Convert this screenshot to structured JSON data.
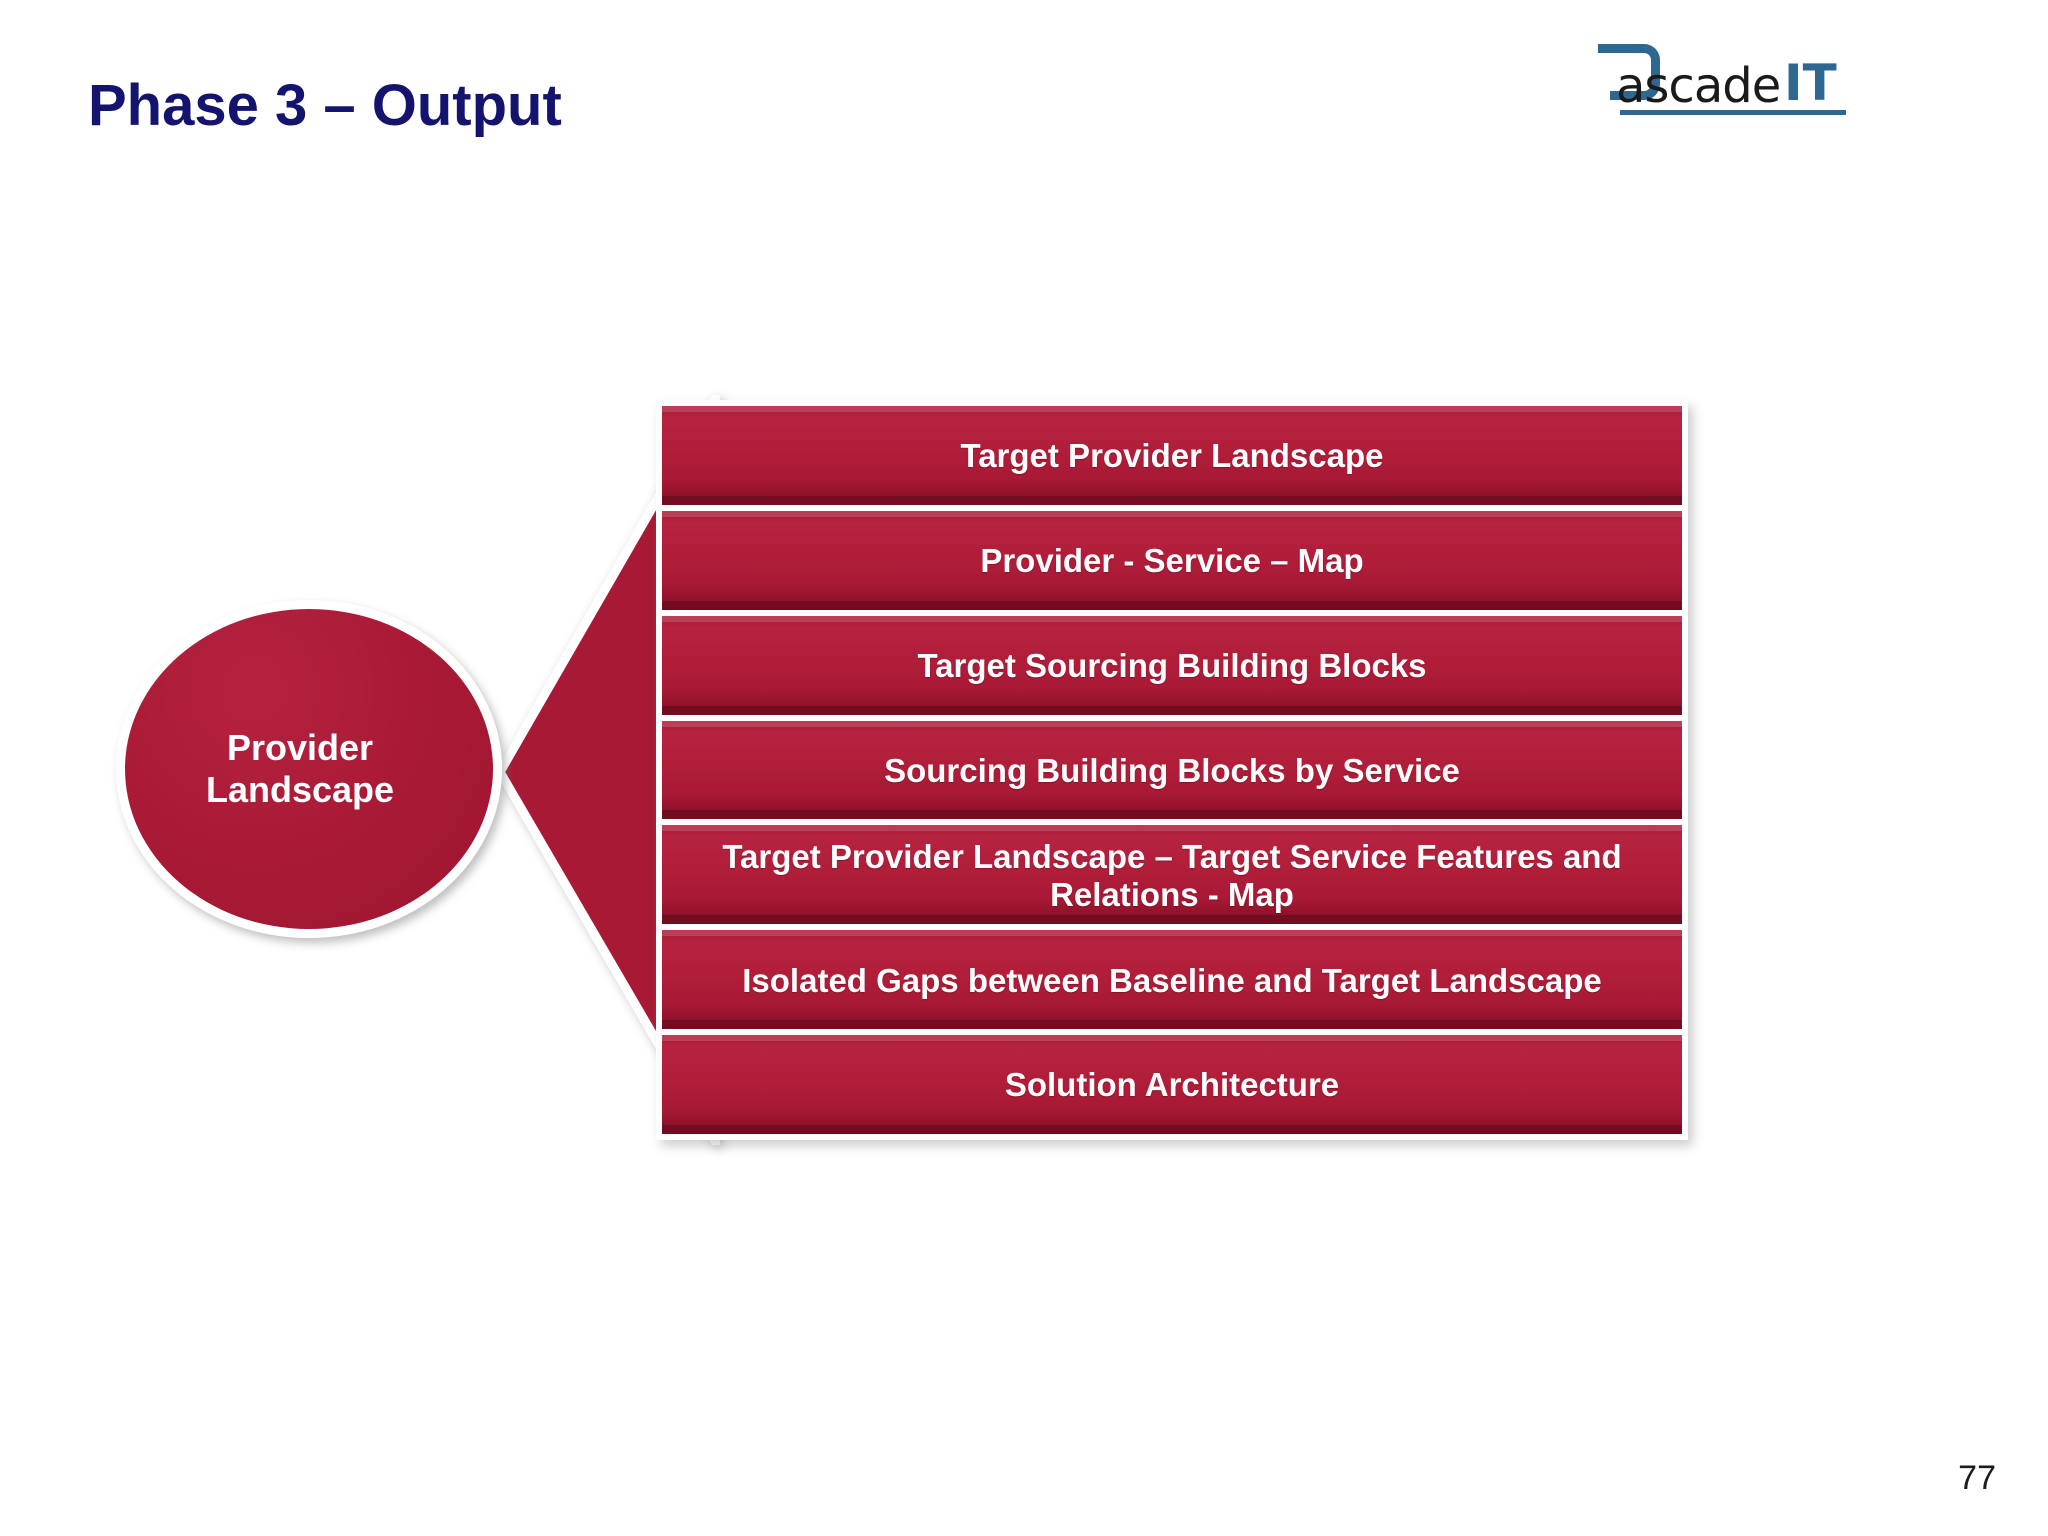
{
  "slide": {
    "title": "Phase 3 – Output",
    "page_number": "77",
    "background_color": "#FFFFFF",
    "title_color": "#14146E"
  },
  "logo": {
    "name": "cascade-it-logo",
    "part_c": "C",
    "part_word": "ascade",
    "part_it": "IT",
    "blue": "#2F6793",
    "black": "#1A1A1A"
  },
  "diagram": {
    "type": "callout-wedge",
    "accent_color": "#A81935",
    "source": {
      "shape": "ellipse",
      "label_line1": "Provider",
      "label_line2": "Landscape"
    },
    "connector": {
      "shape": "triangle-wedge",
      "direction": "left",
      "fill": "#A81935",
      "outline": "#FFFFFF"
    },
    "outputs": [
      {
        "label": "Target Provider Landscape"
      },
      {
        "label": "Provider -  Service – Map"
      },
      {
        "label": "Target Sourcing Building Blocks"
      },
      {
        "label": "Sourcing Building Blocks by Service"
      },
      {
        "label": "Target Provider Landscape – Target Service Features and Relations - Map"
      },
      {
        "label": "Isolated Gaps between Baseline and Target Landscape"
      },
      {
        "label": "Solution Architecture"
      }
    ]
  }
}
